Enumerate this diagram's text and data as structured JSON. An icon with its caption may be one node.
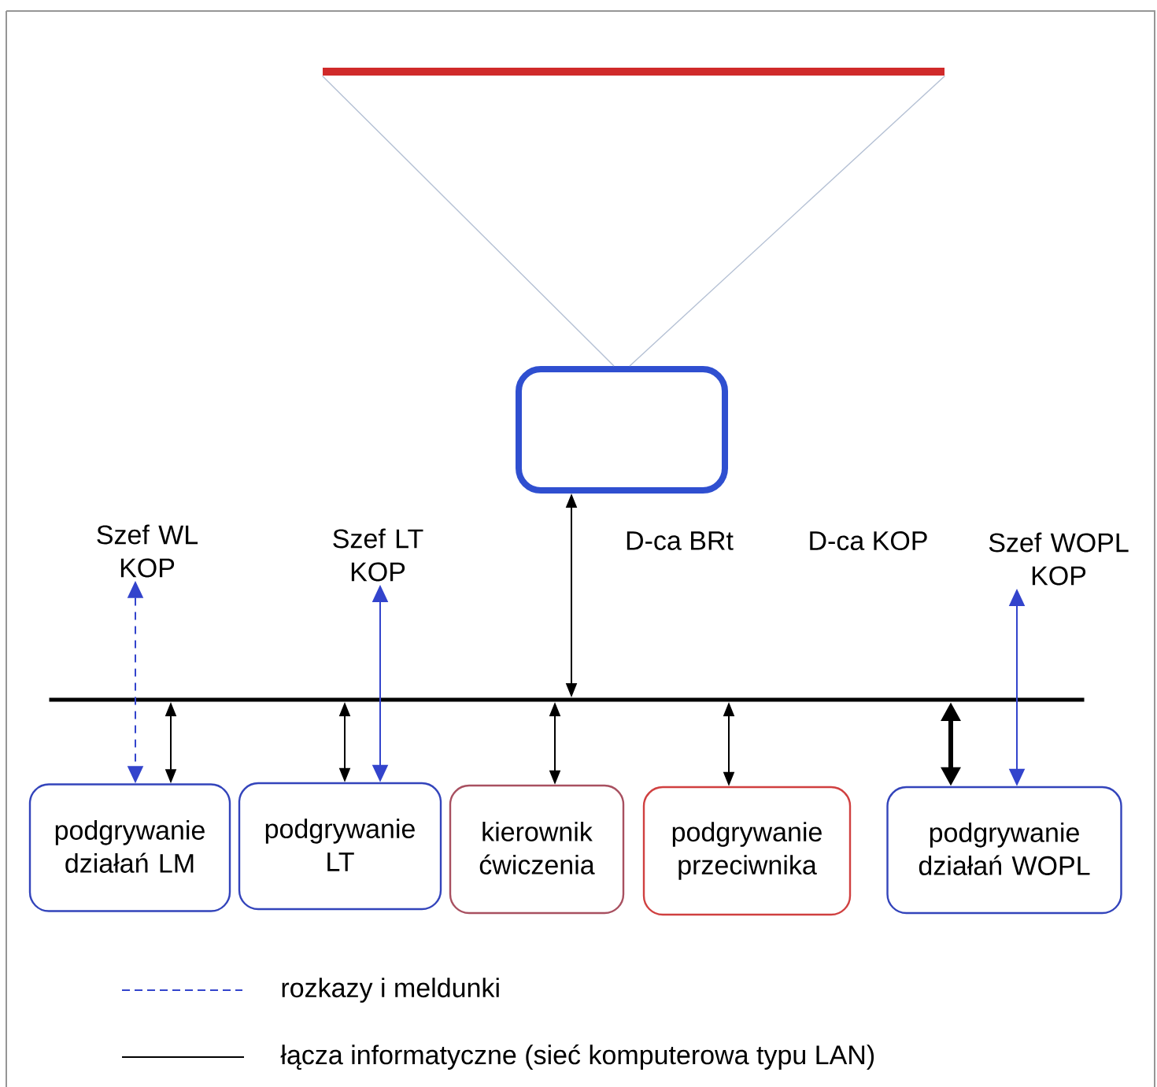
{
  "diagram": {
    "nodes": [
      {
        "text": [],
        "shape": "bar"
      },
      {
        "text": [],
        "shape": "box"
      },
      {
        "text": [
          "Szef WL KOP"
        ]
      },
      {
        "text": [
          "Szef LT KOP"
        ]
      },
      {
        "text": [
          "Szef WOPL KOP"
        ]
      },
      {
        "text": [],
        "shape": "bar"
      },
      {
        "text": [
          "podgrywanie działań LM"
        ]
      },
      {
        "text": [
          "podgrywanie LT"
        ]
      },
      {
        "text": [
          "kierownik ćwiczenia"
        ]
      },
      {
        "text": [
          "podgrywanie przeciwnika"
        ]
      },
      {
        "text": [
          "podgrywanie działań WOPL"
        ]
      }
    ],
    "edges": [
      {
        "from": 0,
        "to": 1,
        "arrow": "none",
        "color": "#b4c0d4"
      },
      {
        "from": 0,
        "to": 1,
        "arrow": "none",
        "color": "#b4c0d4"
      },
      {
        "from": 1,
        "to": 5,
        "arrow": "both"
      },
      {
        "from": 5,
        "to": 6,
        "arrow": "both"
      },
      {
        "from": 5,
        "to": 7,
        "arrow": "both"
      },
      {
        "from": 5,
        "to": 8,
        "arrow": "both"
      },
      {
        "from": 5,
        "to": 9,
        "arrow": "both"
      },
      {
        "from": 5,
        "to": 10,
        "arrow": "both",
        "style": "thick"
      },
      {
        "from": 2,
        "to": 6,
        "arrow": "both",
        "style": "dashed",
        "color": "#3344cc"
      },
      {
        "from": 3,
        "to": 7,
        "arrow": "both",
        "color": "#3344cc"
      },
      {
        "from": 4,
        "to": 10,
        "arrow": "both",
        "color": "#3344cc"
      }
    ],
    "labels": [
      "D-ca BRt",
      "D-ca KOP"
    ],
    "legend": [
      {
        "text": "rozkazy i meldunki"
      },
      {
        "text": "łącza informatyczne (sieć komputerowa typu LAN)"
      }
    ]
  }
}
